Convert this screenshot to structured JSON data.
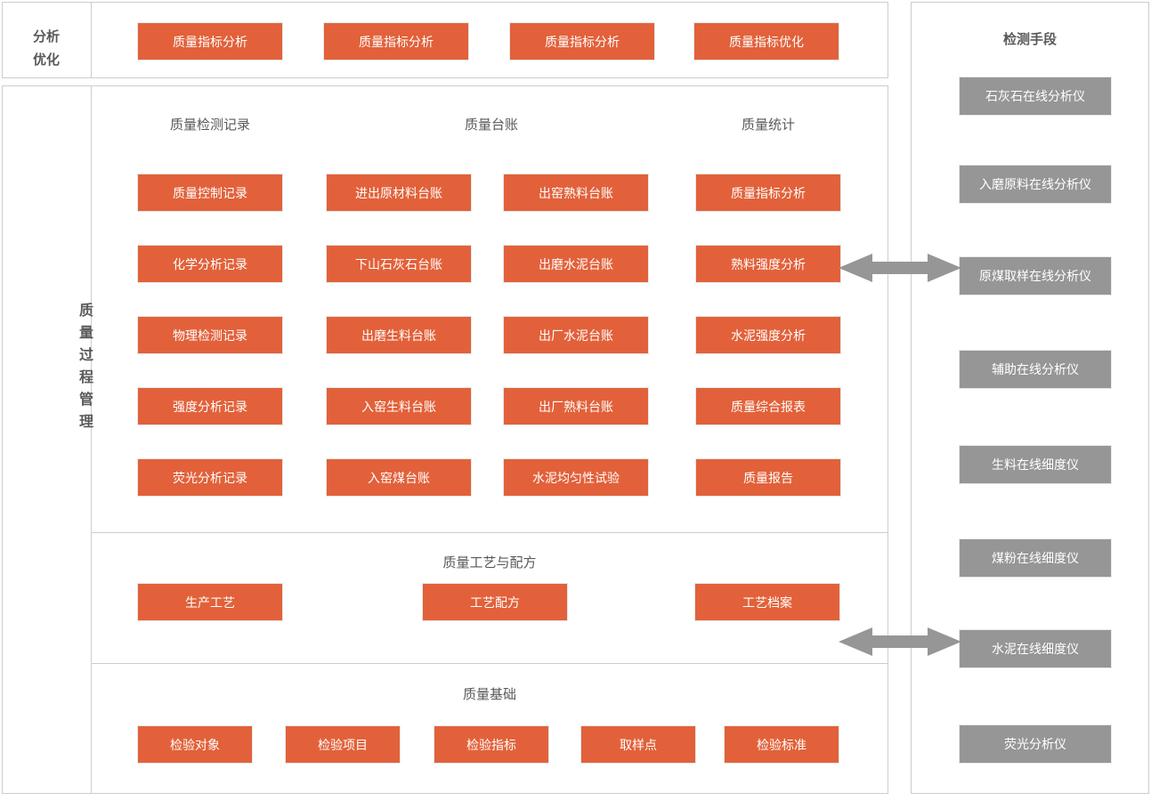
{
  "colors": {
    "orange": "#e2613a",
    "gray": "#969696",
    "border": "#cdcdcd",
    "text": "#595959"
  },
  "top_row": {
    "label": "分析\n优化",
    "buttons": [
      {
        "label": "质量指标分析"
      },
      {
        "label": "质量指标分析"
      },
      {
        "label": "质量指标分析"
      },
      {
        "label": "质量指标优化"
      }
    ]
  },
  "left_rail": {
    "label": "质量过程管理"
  },
  "process_section": {
    "columns": [
      {
        "title": "质量检测记录",
        "items": [
          {
            "label": "质量控制记录"
          },
          {
            "label": "化学分析记录"
          },
          {
            "label": "物理检测记录"
          },
          {
            "label": "强度分析记录"
          },
          {
            "label": "荧光分析记录"
          }
        ]
      },
      {
        "title": "质量台账",
        "items": [
          {
            "label": "进出原材料台账"
          },
          {
            "label": "下山石灰石台账"
          },
          {
            "label": "出磨生料台账"
          },
          {
            "label": "入窑生料台账"
          },
          {
            "label": "入窑煤台账"
          }
        ]
      },
      {
        "title": "",
        "items": [
          {
            "label": "出窑熟料台账"
          },
          {
            "label": "出磨水泥台账"
          },
          {
            "label": "出厂水泥台账"
          },
          {
            "label": "出厂熟料台账"
          },
          {
            "label": "水泥均匀性试验"
          }
        ]
      },
      {
        "title": "质量统计",
        "items": [
          {
            "label": "质量指标分析"
          },
          {
            "label": "熟料强度分析"
          },
          {
            "label": "水泥强度分析"
          },
          {
            "label": "质量综合报表"
          },
          {
            "label": "质量报告"
          }
        ]
      }
    ]
  },
  "craft_section": {
    "title": "质量工艺与配方",
    "items": [
      {
        "label": "生产工艺"
      },
      {
        "label": "工艺配方"
      },
      {
        "label": "工艺档案"
      }
    ]
  },
  "foundation_section": {
    "title": "质量基础",
    "items": [
      {
        "label": "检验对象"
      },
      {
        "label": "检验项目"
      },
      {
        "label": "检验指标"
      },
      {
        "label": "取样点"
      },
      {
        "label": "检验标准"
      }
    ]
  },
  "right_panel": {
    "title": "检测手段",
    "items": [
      {
        "label": "石灰石在线分析仪"
      },
      {
        "label": "入磨原料在线分析仪"
      },
      {
        "label": "原煤取样在线分析仪"
      },
      {
        "label": "辅助在线分析仪"
      },
      {
        "label": "生料在线细度仪"
      },
      {
        "label": "煤粉在线细度仪"
      },
      {
        "label": "水泥在线细度仪"
      },
      {
        "label": "荧光分析仪"
      }
    ]
  },
  "connectors": [
    {
      "name": "upper-link"
    },
    {
      "name": "lower-link"
    }
  ]
}
